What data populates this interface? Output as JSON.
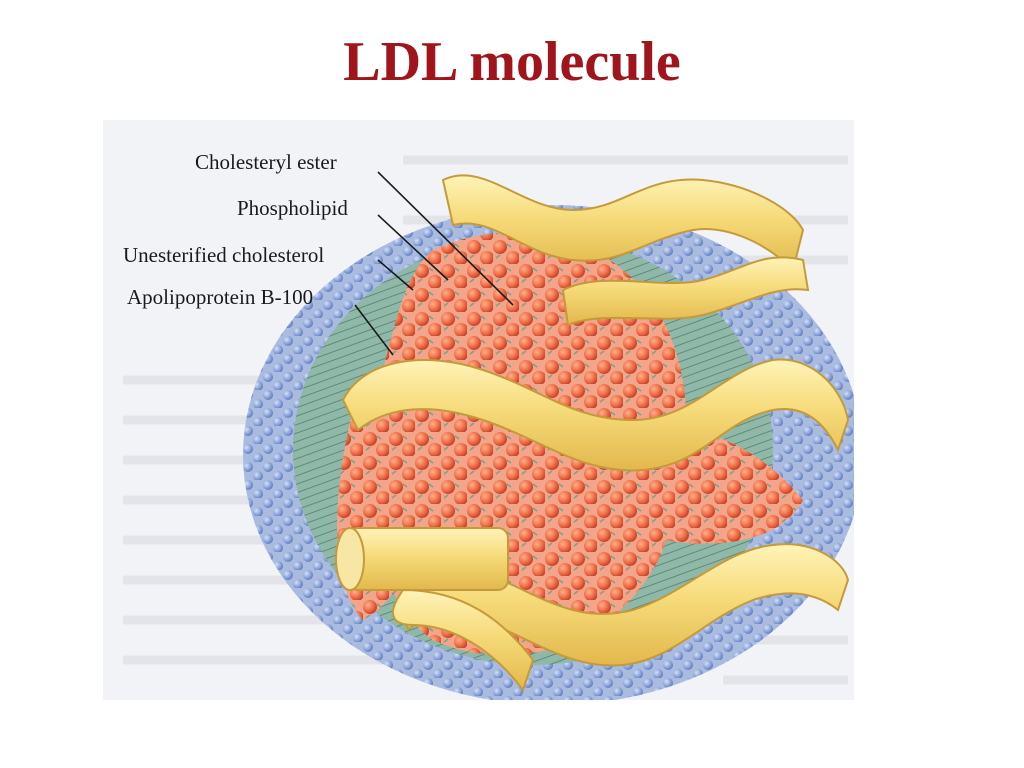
{
  "slide": {
    "title": "LDL molecule"
  },
  "diagram": {
    "labels": {
      "cholesteryl_ester": "Cholesteryl ester",
      "phospholipid": "Phospholipid",
      "unesterified_cholesterol": "Unesterified cholesterol",
      "apolipoprotein": "Apolipoprotein B-100"
    },
    "colors": {
      "cholesteryl_ester": "#f0704a",
      "phospholipid_head": "#8fa8dc",
      "phospholipid_tail": "#8fb8a8",
      "apolipoprotein": "#f3d977",
      "title": "#a0141b"
    }
  }
}
